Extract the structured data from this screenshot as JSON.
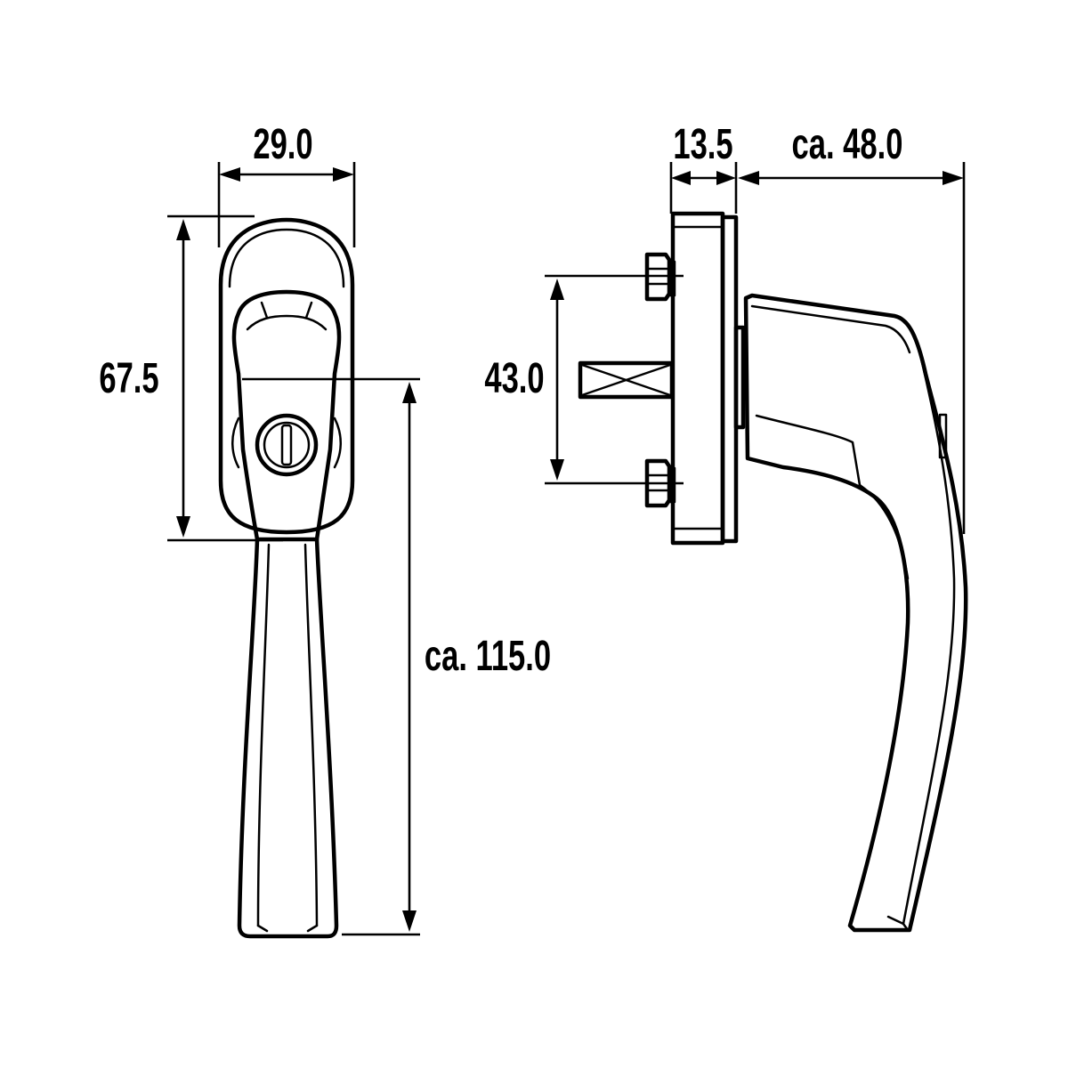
{
  "drawing": {
    "front_view": {
      "width_label": "29.0",
      "height_label": "67.5",
      "length_label": "ca. 115.0"
    },
    "side_view": {
      "depth_label": "13.5",
      "projection_label": "ca. 48.0",
      "screw_spacing_label": "43.0"
    },
    "colors": {
      "line": "#000000",
      "background": "#ffffff"
    }
  }
}
